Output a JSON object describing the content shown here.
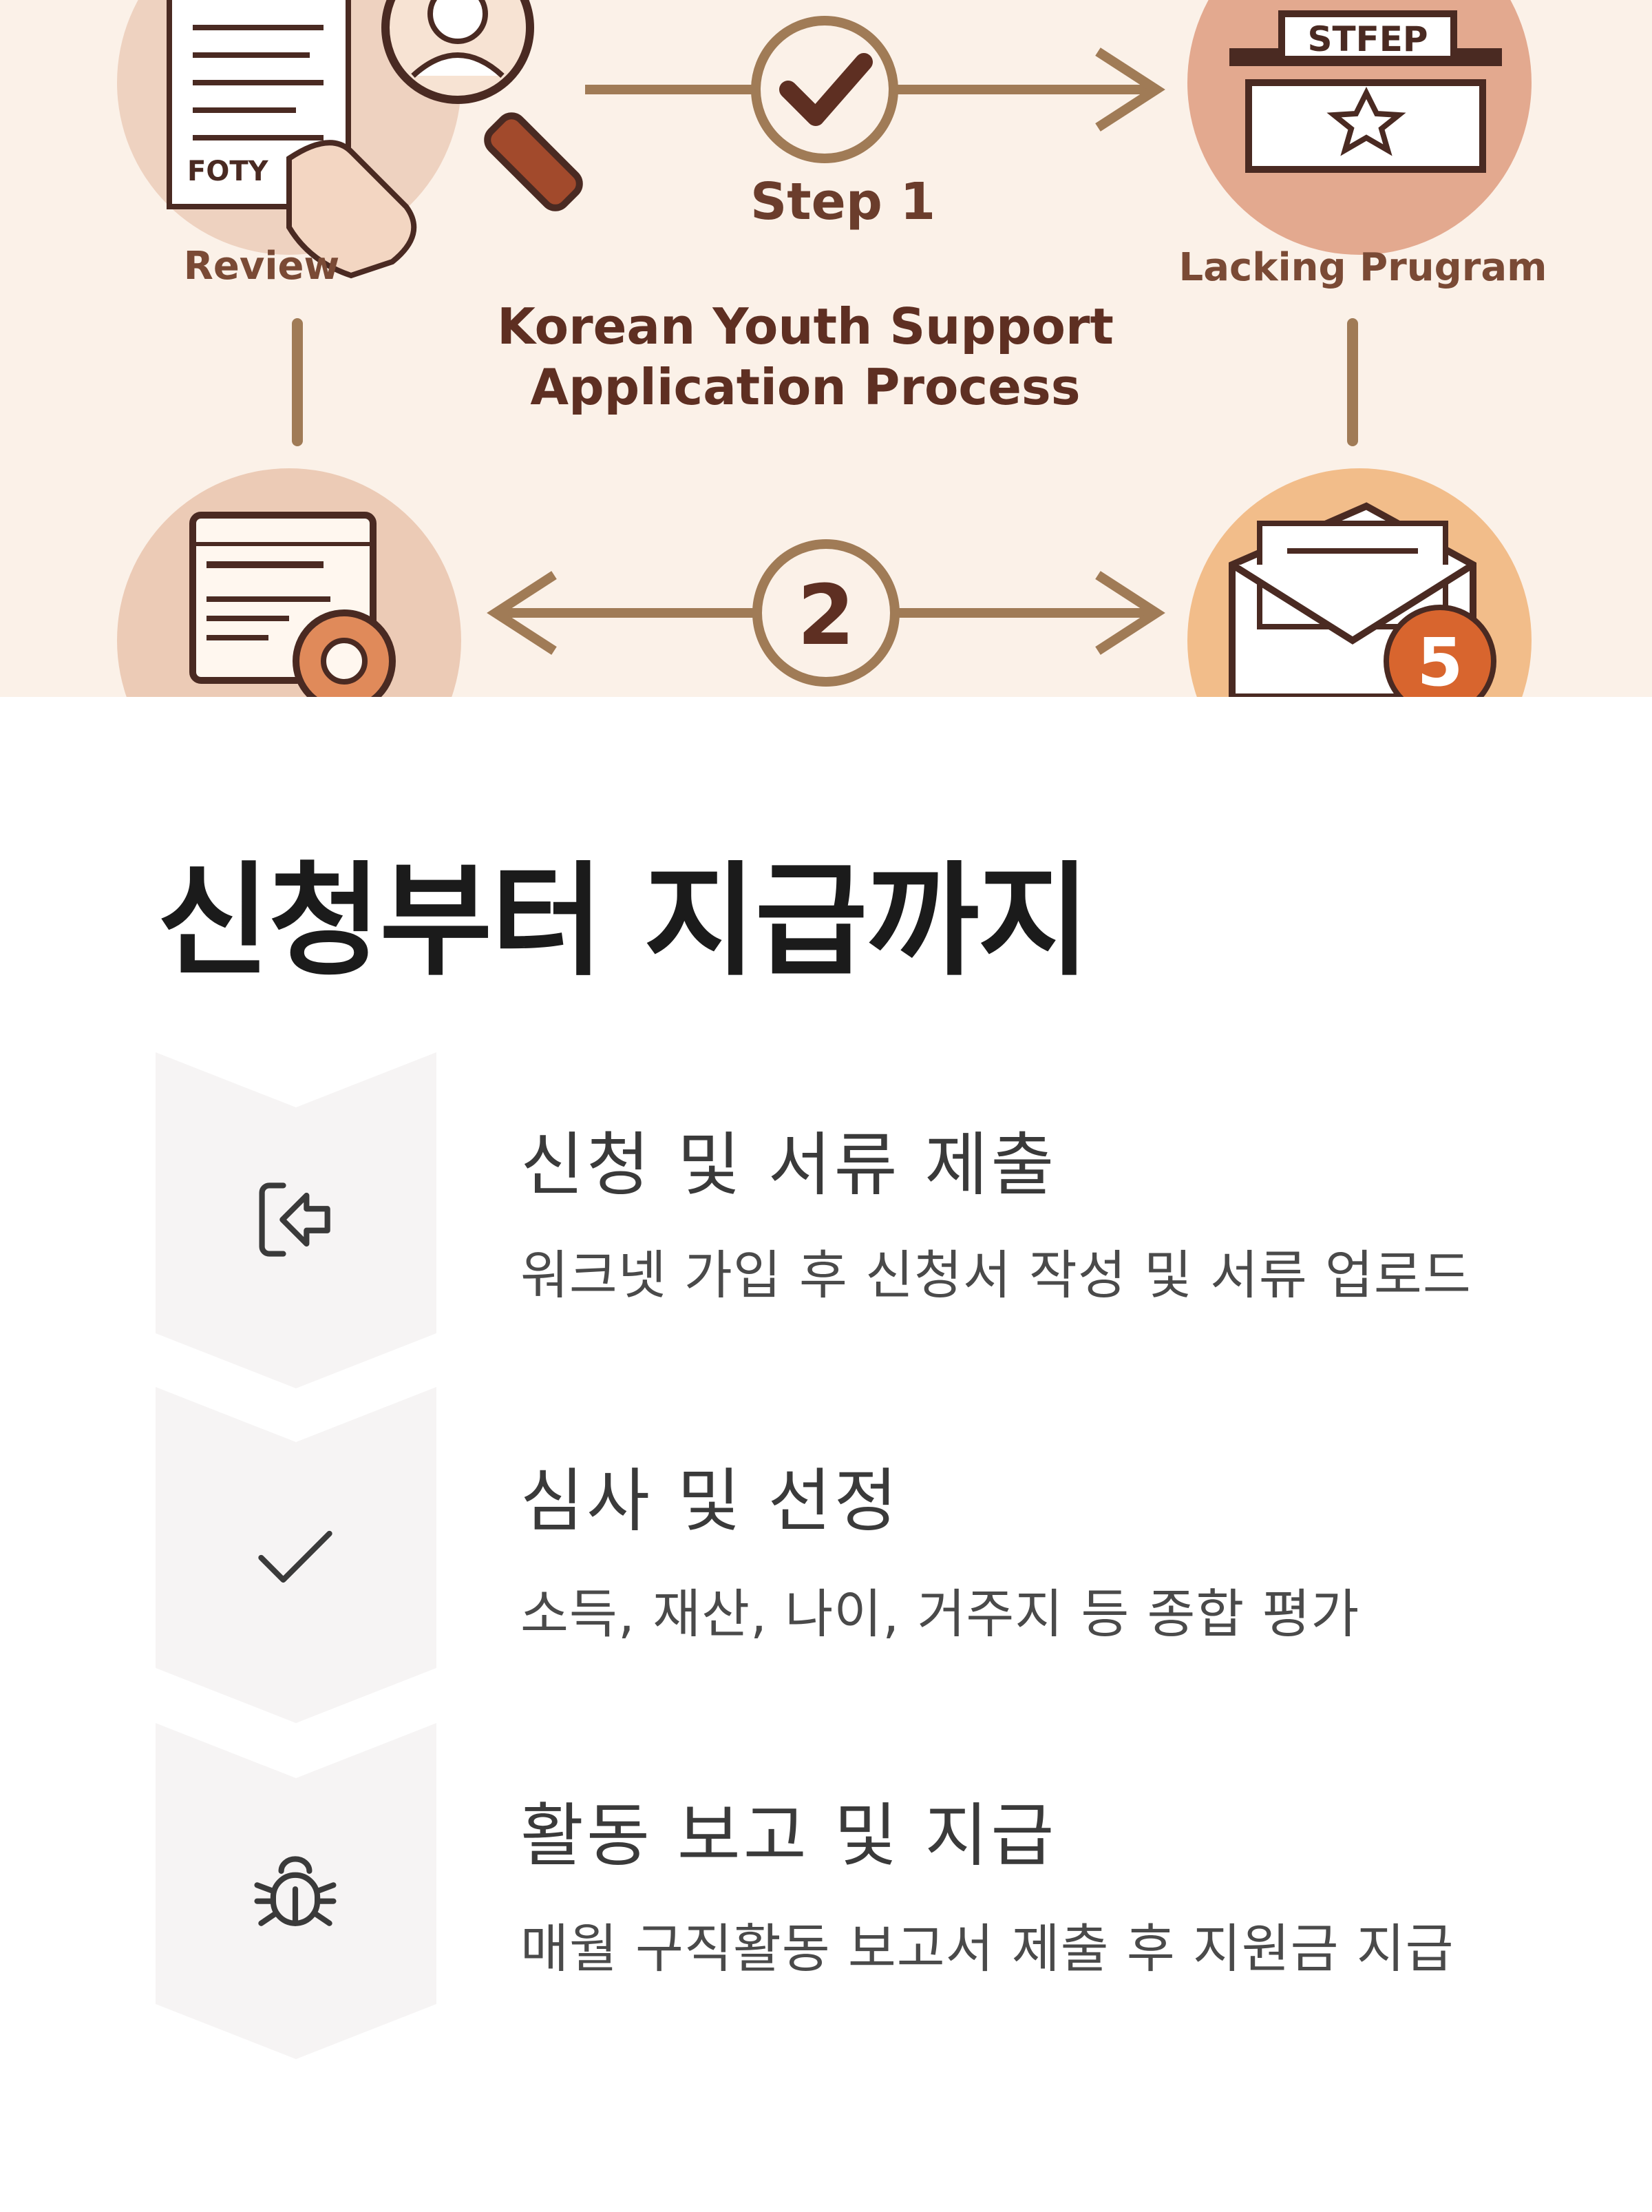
{
  "hero": {
    "step_label": "Step 1",
    "title_line1": "Korean Youth Support",
    "title_line2": "Application Process",
    "review_label": "Review",
    "lacking_label": "Lacking Prugram",
    "doc_tag": "FOTY",
    "box_label": "STFEP",
    "circle_number": "2",
    "badge_number": "5",
    "colors": {
      "background": "#fbf1e8",
      "brown": "#a07b56",
      "accent": "#d8652e"
    }
  },
  "section": {
    "title": "신청부터 지급까지",
    "steps": [
      {
        "icon": "sign-in-icon",
        "title": "신청 및 서류 제출",
        "desc": "워크넷 가입 후 신청서 작성 및 서류 업로드"
      },
      {
        "icon": "check-icon",
        "title": "심사 및 선정",
        "desc": "소득, 재산, 나이, 거주지 등 종합 평가"
      },
      {
        "icon": "bug-icon",
        "title": "활동 보고 및 지급",
        "desc": "매월 구직활동 보고서 제출 후 지원금 지급"
      }
    ]
  }
}
